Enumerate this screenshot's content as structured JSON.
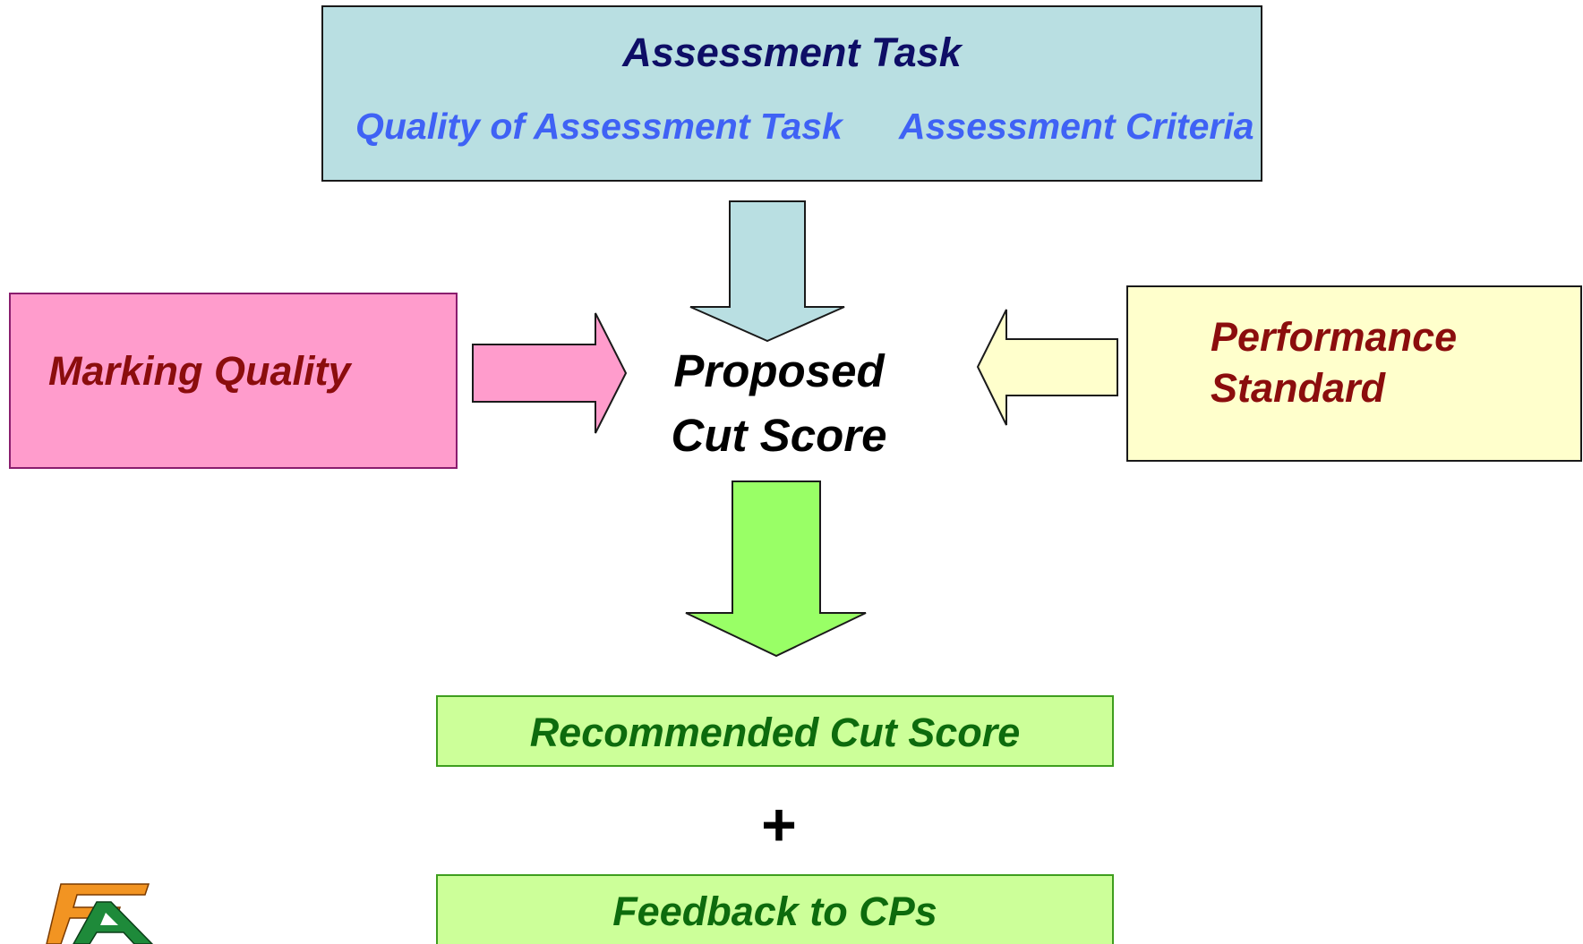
{
  "assessment_task": {
    "title": "Assessment Task",
    "items": [
      "Quality of Assessment Task",
      "Assessment Criteria"
    ]
  },
  "marking_quality": {
    "label": "Marking Quality"
  },
  "performance_standard": {
    "lines": [
      "Performance",
      "Standard"
    ]
  },
  "proposed_cut_score": {
    "lines": [
      "Proposed",
      "Cut Score"
    ]
  },
  "recommended_cut_score": {
    "label": "Recommended Cut Score"
  },
  "plus": "+",
  "feedback": {
    "label": "Feedback to CPs"
  },
  "colors": {
    "task_box_fill": "#b9dfe2",
    "task_title": "#0e0e66",
    "task_items": "#3f62f5",
    "marking_box_fill": "#ff9ccc",
    "performance_box_fill": "#ffffcc",
    "dark_red_text": "#8b0d0d",
    "green_box_fill": "#ccff99",
    "green_text": "#0d6b0d",
    "down_arrow_top": "#b9dfe2",
    "right_arrow": "#ff9ccc",
    "left_arrow": "#ffffcc",
    "down_arrow_bottom": "#99ff66"
  },
  "icons": {
    "logo": "fa-logo"
  }
}
